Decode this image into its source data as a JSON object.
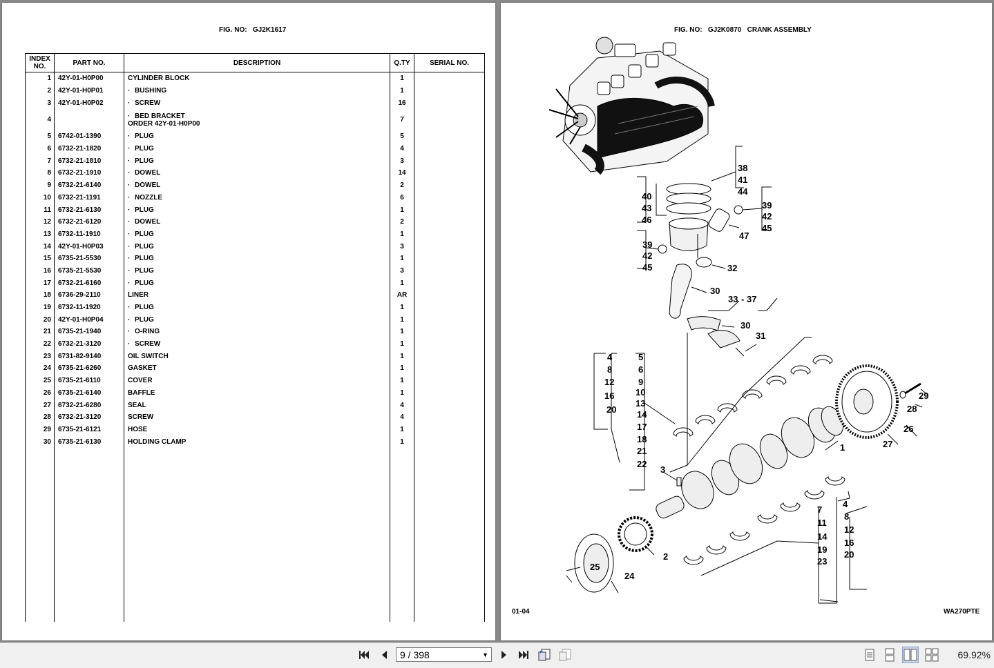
{
  "left_page": {
    "fig_label": "FIG. NO:",
    "fig_no": "GJ2K1617",
    "headers": {
      "index_line1": "INDEX",
      "index_line2": "NO.",
      "part_no": "PART NO.",
      "description": "DESCRIPTION",
      "qty": "Q.TY",
      "serial_no": "SERIAL NO."
    },
    "rows": [
      {
        "index": "1",
        "part": "42Y-01-H0P00",
        "dot": false,
        "desc": "CYLINDER BLOCK",
        "qty": "1"
      },
      {
        "index": "2",
        "part": "42Y-01-H0P01",
        "dot": true,
        "desc": "BUSHING",
        "qty": "1"
      },
      {
        "index": "3",
        "part": "42Y-01-H0P02",
        "dot": true,
        "desc": "SCREW",
        "qty": "16"
      },
      {
        "index": "4",
        "part": "",
        "dot": true,
        "desc": "BED BRACKET",
        "desc2": "ORDER 42Y-01-H0P00",
        "qty": "7"
      },
      {
        "index": "5",
        "part": "6742-01-1390",
        "dot": true,
        "desc": "PLUG",
        "qty": "5"
      },
      {
        "index": "6",
        "part": "6732-21-1820",
        "dot": true,
        "desc": "PLUG",
        "qty": "4"
      },
      {
        "index": "7",
        "part": "6732-21-1810",
        "dot": true,
        "desc": "PLUG",
        "qty": "3"
      },
      {
        "index": "8",
        "part": "6732-21-1910",
        "dot": true,
        "desc": "DOWEL",
        "qty": "14"
      },
      {
        "index": "9",
        "part": "6732-21-6140",
        "dot": true,
        "desc": "DOWEL",
        "qty": "2"
      },
      {
        "index": "10",
        "part": "6732-21-1191",
        "dot": true,
        "desc": "NOZZLE",
        "qty": "6"
      },
      {
        "index": "11",
        "part": "6732-21-6130",
        "dot": true,
        "desc": "PLUG",
        "qty": "1"
      },
      {
        "index": "12",
        "part": "6732-21-6120",
        "dot": true,
        "desc": "DOWEL",
        "qty": "2"
      },
      {
        "index": "13",
        "part": "6732-11-1910",
        "dot": true,
        "desc": "PLUG",
        "qty": "1"
      },
      {
        "index": "14",
        "part": "42Y-01-H0P03",
        "dot": true,
        "desc": "PLUG",
        "qty": "3"
      },
      {
        "index": "15",
        "part": "6735-21-5530",
        "dot": true,
        "desc": "PLUG",
        "qty": "1"
      },
      {
        "index": "16",
        "part": "6735-21-5530",
        "dot": true,
        "desc": "PLUG",
        "qty": "3"
      },
      {
        "index": "17",
        "part": "6732-21-6160",
        "dot": true,
        "desc": "PLUG",
        "qty": "1"
      },
      {
        "index": "18",
        "part": "6736-29-2110",
        "dot": false,
        "desc": "LINER",
        "qty": "AR"
      },
      {
        "index": "19",
        "part": "6732-11-1920",
        "dot": true,
        "desc": "PLUG",
        "qty": "1"
      },
      {
        "index": "20",
        "part": "42Y-01-H0P04",
        "dot": true,
        "desc": "PLUG",
        "qty": "1"
      },
      {
        "index": "21",
        "part": "6735-21-1940",
        "dot": true,
        "desc": "O-RING",
        "qty": "1"
      },
      {
        "index": "22",
        "part": "6732-21-3120",
        "dot": true,
        "desc": "SCREW",
        "qty": "1"
      },
      {
        "index": "23",
        "part": "6731-82-9140",
        "dot": false,
        "desc": "OIL SWITCH",
        "qty": "1"
      },
      {
        "index": "24",
        "part": "6735-21-6260",
        "dot": false,
        "desc": "GASKET",
        "qty": "1"
      },
      {
        "index": "25",
        "part": "6735-21-6110",
        "dot": false,
        "desc": "COVER",
        "qty": "1"
      },
      {
        "index": "26",
        "part": "6735-21-6140",
        "dot": false,
        "desc": "BAFFLE",
        "qty": "1"
      },
      {
        "index": "27",
        "part": "6732-21-6280",
        "dot": false,
        "desc": "SEAL",
        "qty": "4"
      },
      {
        "index": "28",
        "part": "6732-21-3120",
        "dot": false,
        "desc": "SCREW",
        "qty": "4"
      },
      {
        "index": "29",
        "part": "6735-21-6121",
        "dot": false,
        "desc": "HOSE",
        "qty": "1"
      },
      {
        "index": "30",
        "part": "6735-21-6130",
        "dot": false,
        "desc": "HOLDING CLAMP",
        "qty": "1"
      }
    ]
  },
  "right_page": {
    "fig_label": "FIG. NO:",
    "fig_no": "GJ2K0870",
    "fig_title": "CRANK ASSEMBLY",
    "footer_left": "01-04",
    "footer_right": "WA270PTE",
    "callouts": [
      "38",
      "41",
      "44",
      "40",
      "43",
      "46",
      "39",
      "42",
      "45",
      "47",
      "39",
      "42",
      "45",
      "32",
      "30",
      "33",
      "-",
      "37",
      "30",
      "31",
      "4",
      "8",
      "12",
      "16",
      "20",
      "5",
      "6",
      "9",
      "10",
      "13",
      "14",
      "17",
      "18",
      "21",
      "22",
      "3",
      "1",
      "29",
      "28",
      "26",
      "27",
      "4",
      "7",
      "11",
      "14",
      "19",
      "23",
      "8",
      "12",
      "16",
      "20",
      "2",
      "24",
      "25"
    ]
  },
  "toolbar": {
    "page_current": "9",
    "page_total": "398",
    "page_display": "9 / 398",
    "zoom": "69.92%",
    "icons": [
      "first-page-icon",
      "previous-page-icon",
      "next-page-icon",
      "last-page-icon",
      "fit-page-icon",
      "fit-width-icon",
      "single-page-view-icon",
      "continuous-view-icon",
      "facing-view-icon",
      "continuous-facing-view-icon"
    ]
  }
}
